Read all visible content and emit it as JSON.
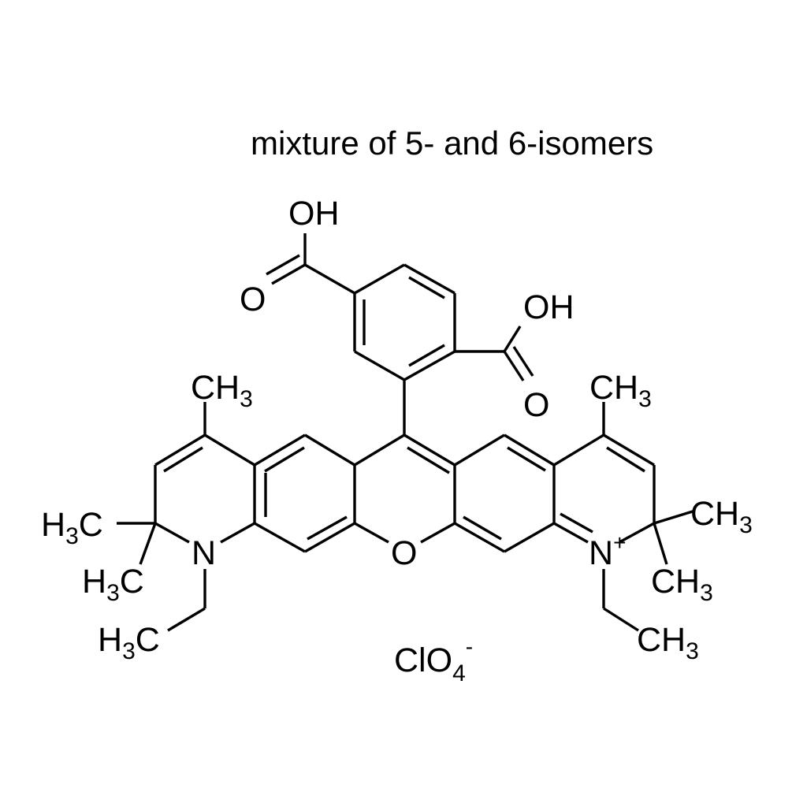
{
  "caption": "mixture of 5- and 6-isomers",
  "labels": {
    "oh_top": "OH",
    "o_carboxyl_left": "O",
    "oh_right": "OH",
    "o_carboxyl_right": "O",
    "ring_oxygen": "O",
    "n_left": "N",
    "n_right": "N",
    "n_right_charge": "+",
    "ch3_top_left": {
      "main": "CH",
      "sub": "3"
    },
    "ch3_top_right": {
      "main": "CH",
      "sub": "3"
    },
    "h3c_left_upper": {
      "h": "H",
      "sub": "3",
      "c": "C"
    },
    "h3c_left_lower": {
      "h": "H",
      "sub": "3",
      "c": "C"
    },
    "h3c_left_ethyl": {
      "h": "H",
      "sub": "3",
      "c": "C"
    },
    "ch3_right_upper": {
      "main": "CH",
      "sub": "3"
    },
    "ch3_right_lower": {
      "main": "CH",
      "sub": "3"
    },
    "ch3_right_ethyl": {
      "main": "CH",
      "sub": "3"
    },
    "counterion": {
      "main": "ClO",
      "sub": "4",
      "sup": "-"
    }
  }
}
